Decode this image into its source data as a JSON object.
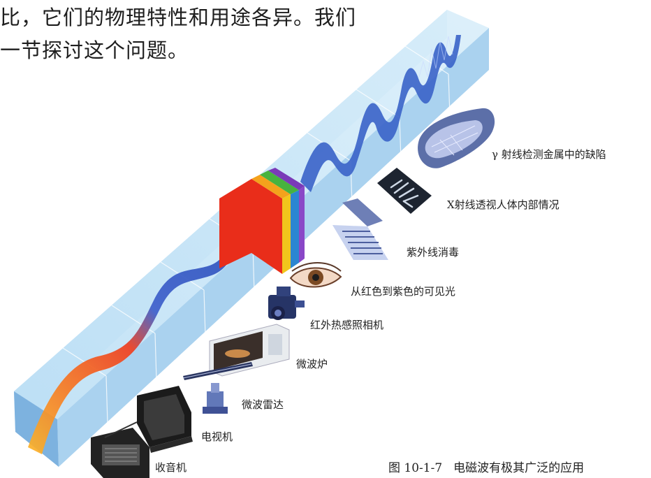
{
  "intro": {
    "line1": "比，它们的物理特性和用途各异。我们",
    "line2": "一节探讨这个问题。"
  },
  "labels": [
    {
      "key": "gamma",
      "text": "γ 射线检测金属中的缺陷"
    },
    {
      "key": "xray",
      "text": "X射线透视人体内部情况"
    },
    {
      "key": "uv",
      "text": "紫外线消毒"
    },
    {
      "key": "visible",
      "text": "从红色到紫色的可见光"
    },
    {
      "key": "ir",
      "text": "红外热感照相机"
    },
    {
      "key": "microwave_oven",
      "text": "微波炉"
    },
    {
      "key": "radar",
      "text": "微波雷达"
    },
    {
      "key": "tv",
      "text": "电视机"
    },
    {
      "key": "radio",
      "text": "收音机"
    }
  ],
  "caption": {
    "number": "图 10-1-7",
    "text": "电磁波有极其广泛的应用"
  },
  "colors": {
    "prism_face": "#a9d4f0",
    "prism_side": "#7fb6e3",
    "wave_long": "#f7a41c",
    "wave_mid": "#f0461e",
    "wave_short": "#3a63c8"
  }
}
